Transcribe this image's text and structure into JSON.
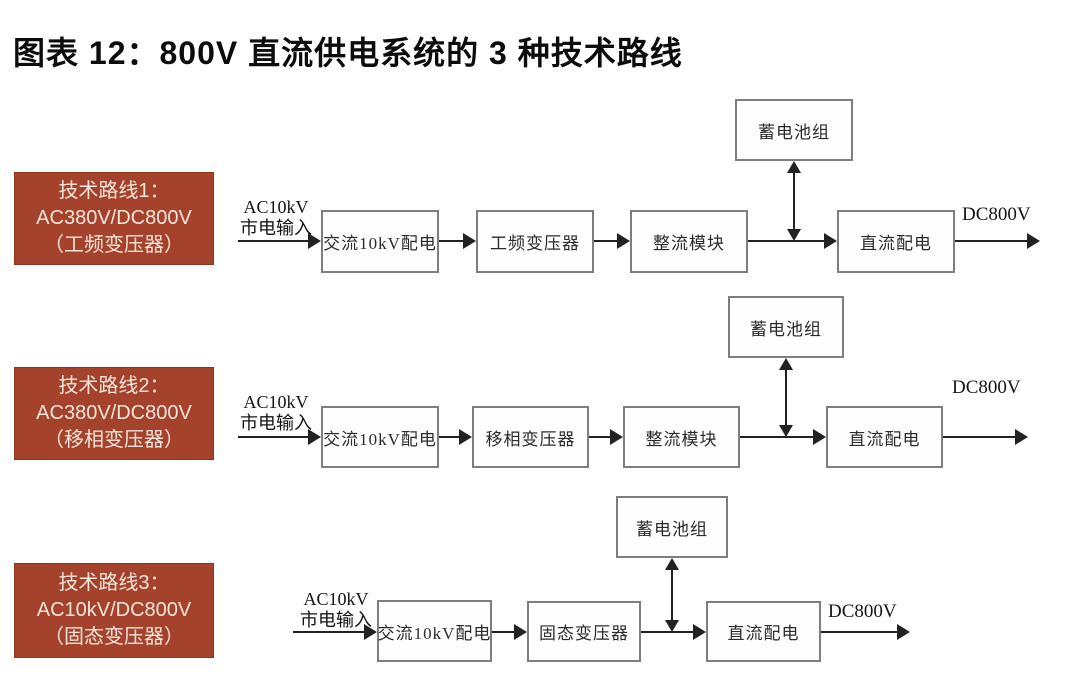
{
  "title": "图表 12：800V 直流供电系统的 3 种技术路线",
  "colors": {
    "route_bg": "#A5422B",
    "route_border": "#8F351E",
    "route_text": "#F4E5DD",
    "box_border": "#7E7E7E",
    "line": "#222222",
    "box_text": "#2B2B2B",
    "background": "#FFFFFF"
  },
  "rows": [
    {
      "route": {
        "line1": "技术路线1：",
        "line2": "AC380V/DC800V",
        "line3": "（工频变压器）"
      },
      "input": {
        "line1": "AC10kV",
        "line2": "市电输入"
      },
      "battery": "蓄电池组",
      "boxes": [
        "交流10kV配电",
        "工频变压器",
        "整流模块",
        "直流配电"
      ],
      "output": "DC800V"
    },
    {
      "route": {
        "line1": "技术路线2：",
        "line2": "AC380V/DC800V",
        "line3": "（移相变压器）"
      },
      "input": {
        "line1": "AC10kV",
        "line2": "市电输入"
      },
      "battery": "蓄电池组",
      "boxes": [
        "交流10kV配电",
        "移相变压器",
        "整流模块",
        "直流配电"
      ],
      "output": "DC800V"
    },
    {
      "route": {
        "line1": "技术路线3：",
        "line2": "AC10kV/DC800V",
        "line3": "（固态变压器）"
      },
      "input": {
        "line1": "AC10kV",
        "line2": "市电输入"
      },
      "battery": "蓄电池组",
      "boxes": [
        "交流10kV配电",
        "固态变压器",
        "直流配电"
      ],
      "output": "DC800V"
    }
  ]
}
